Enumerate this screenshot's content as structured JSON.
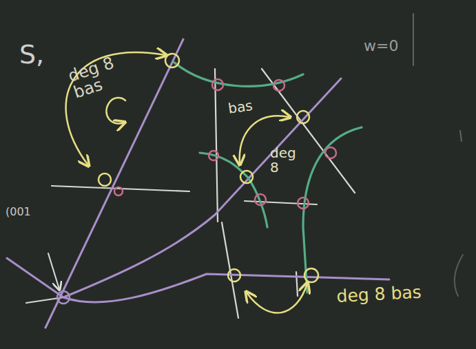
{
  "diagram": {
    "labels": [
      "S,",
      "deg 8 bas",
      "bas",
      "deg 8",
      "(001",
      "deg 8 bas",
      "w=0"
    ]
  }
}
